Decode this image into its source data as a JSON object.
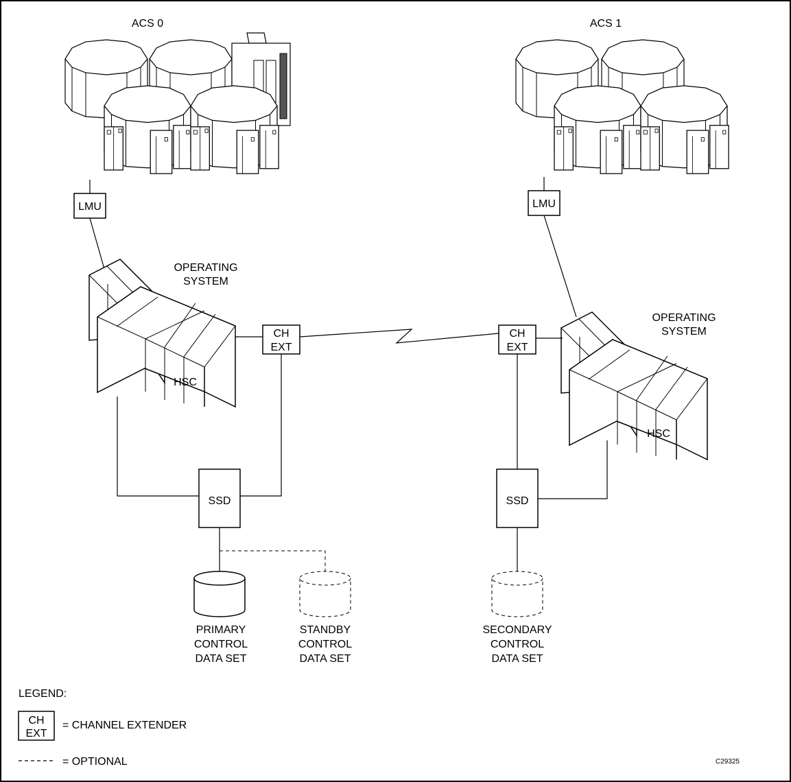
{
  "acs0": {
    "title": "ACS 0",
    "lmu": "LMU",
    "os": [
      "OPERATING",
      "SYSTEM"
    ],
    "hsc": "HSC"
  },
  "acs1": {
    "title": "ACS 1",
    "lmu": "LMU",
    "os": [
      "OPERATING",
      "SYSTEM"
    ],
    "hsc": "HSC"
  },
  "chext_left": [
    "CH",
    "EXT"
  ],
  "chext_right": [
    "CH",
    "EXT"
  ],
  "ssd_left": "SSD",
  "ssd_right": "SSD",
  "datasets": {
    "primary": [
      "PRIMARY",
      "CONTROL",
      "DATA SET"
    ],
    "standby": [
      "STANDBY",
      "CONTROL",
      "DATA SET"
    ],
    "secondary": [
      "SECONDARY",
      "CONTROL",
      "DATA SET"
    ]
  },
  "legend": {
    "title": "LEGEND:",
    "chext": [
      "CH",
      "EXT"
    ],
    "chext_desc": "= CHANNEL EXTENDER",
    "optional_desc": "= OPTIONAL"
  },
  "figure_id": "C29325"
}
